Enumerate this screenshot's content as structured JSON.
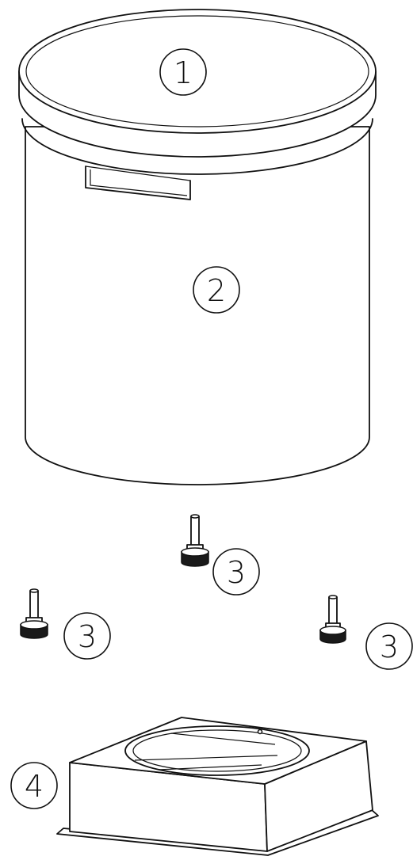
{
  "callouts": {
    "lid": "1",
    "body": "2",
    "foot_center": "3",
    "foot_left": "3",
    "foot_right": "3",
    "base": "4"
  },
  "colors": {
    "line": "#111111",
    "background": "#ffffff",
    "foot_pad": "#1a1a1a"
  }
}
